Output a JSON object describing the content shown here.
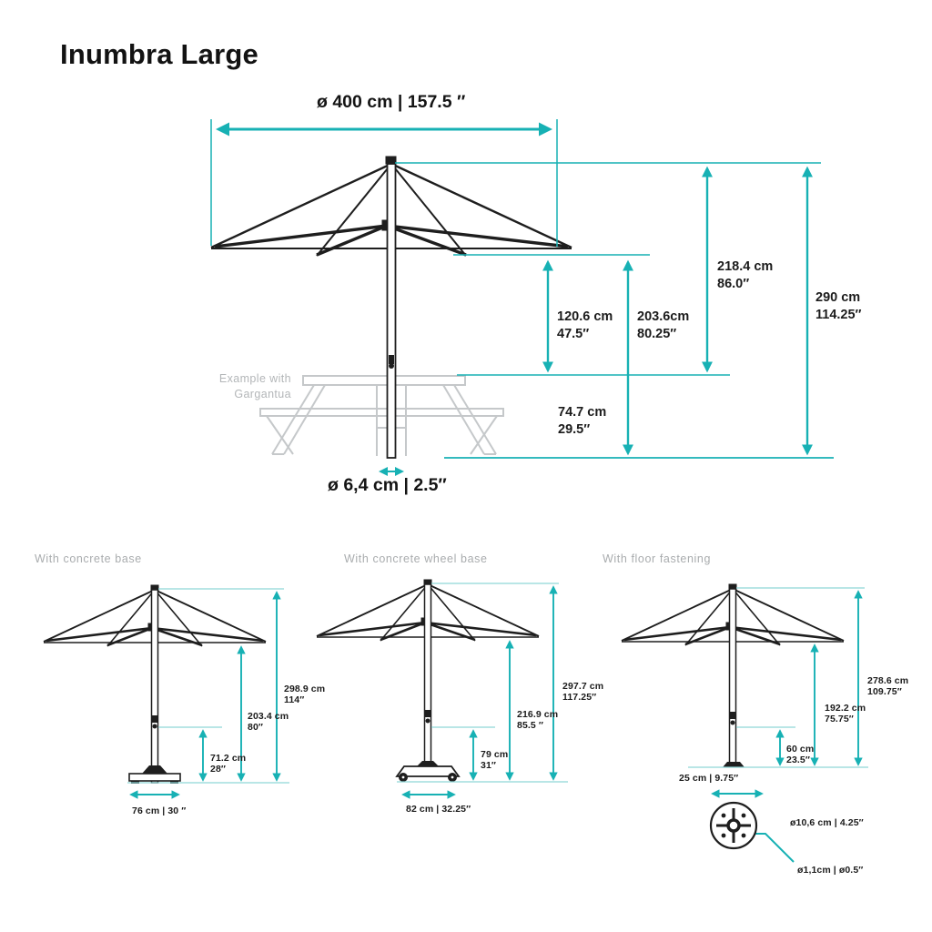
{
  "title": "Inumbra Large",
  "colors": {
    "accent": "#17b1b4",
    "accent_light": "#8fd6d8",
    "ink": "#1e1e1e",
    "muted": "#a9acae"
  },
  "main_diagram": {
    "canopy_diameter": "ø 400 cm | 157.5 ″",
    "pole_diameter": "ø 6,4 cm | 2.5″",
    "table_note_line1": "Example with",
    "table_note_line2": "Gargantua",
    "dims": {
      "clearance_table": {
        "cm": "120.6 cm",
        "in": "47.5″"
      },
      "clearance_ground": {
        "cm": "203.6cm",
        "in": "80.25″"
      },
      "top_to_table": {
        "cm": "218.4 cm",
        "in": "86.0″"
      },
      "total_height": {
        "cm": "290 cm",
        "in": "114.25″"
      },
      "table_height": {
        "cm": "74.7 cm",
        "in": "29.5″"
      }
    }
  },
  "variants": [
    {
      "label": "With concrete base",
      "total": {
        "cm": "298.9 cm",
        "in": "114″"
      },
      "clearance": {
        "cm": "203.4 cm",
        "in": "80″"
      },
      "crank": {
        "cm": "71.2 cm",
        "in": "28″"
      },
      "base_width": "76 cm | 30 ″"
    },
    {
      "label": "With concrete wheel base",
      "total": {
        "cm": "297.7 cm",
        "in": "117.25″"
      },
      "clearance": {
        "cm": "216.9 cm",
        "in": "85.5 ″"
      },
      "crank": {
        "cm": "79 cm",
        "in": "31″"
      },
      "base_width": "82 cm | 32.25″"
    },
    {
      "label": "With floor fastening",
      "total": {
        "cm": "278.6 cm",
        "in": "109.75″"
      },
      "clearance": {
        "cm": "192.2 cm",
        "in": "75.75″"
      },
      "crank": {
        "cm": "60 cm",
        "in": "23.5″"
      },
      "base_width": "25 cm | 9.75″",
      "plate_diameter": "ø10,6 cm | 4.25″",
      "bolt_diameter": "ø1,1cm  |  ø0.5″"
    }
  ]
}
